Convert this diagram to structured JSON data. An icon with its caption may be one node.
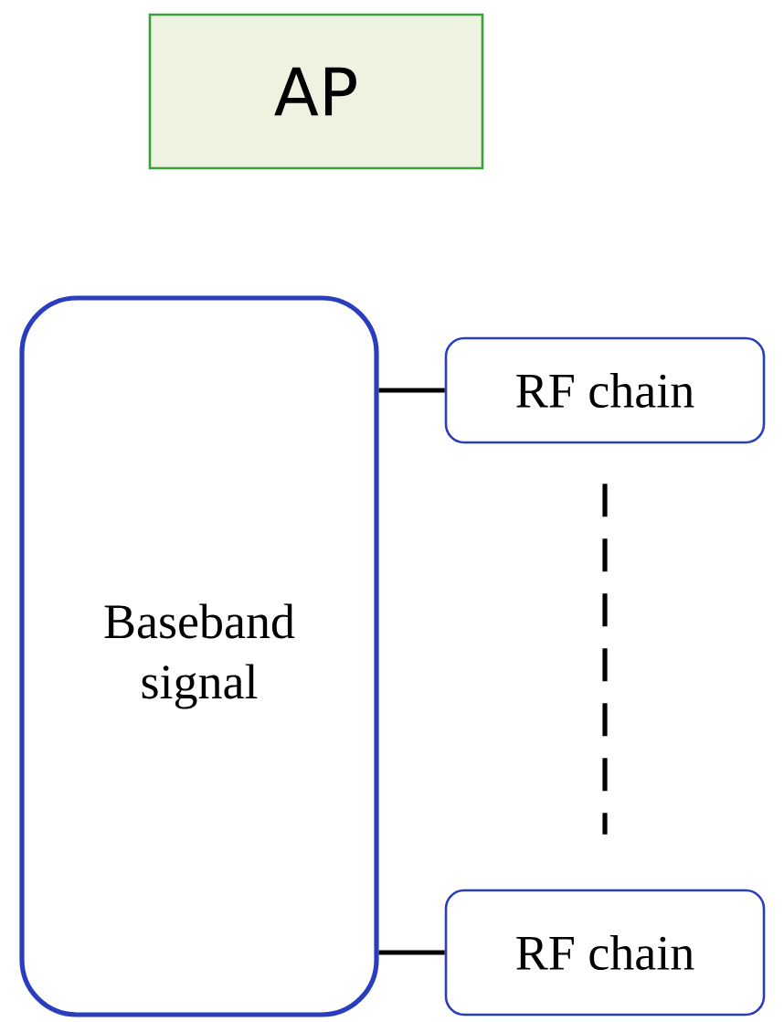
{
  "diagram": {
    "nodes": [
      {
        "text": [
          "AP"
        ]
      },
      {
        "text": [
          "Baseband signal"
        ]
      },
      {
        "text": [
          "RF chain"
        ]
      },
      {
        "text": [
          "RF chain"
        ]
      }
    ],
    "edges": [
      {
        "from": 1,
        "to": 2,
        "arrow": "none"
      },
      {
        "from": 1,
        "to": 3,
        "arrow": "none"
      },
      {
        "from": 2,
        "to": 3,
        "arrow": "none",
        "style": "dashed"
      }
    ]
  }
}
